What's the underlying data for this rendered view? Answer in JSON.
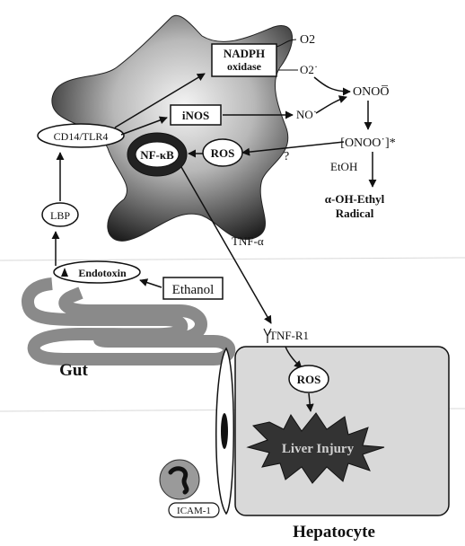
{
  "kupffer": {
    "nadph_line1": "NADPH",
    "nadph_line2": "oxidase",
    "o2": "O2",
    "superoxide": "O2˙",
    "inos": "iNOS",
    "no": "NO˙",
    "peroxynitrite": "ONOO̅",
    "peroxy_radical": "[ONOO˙]*",
    "etoh": "EtOH",
    "radical_line1": "α-OH-Ethyl",
    "radical_line2": "Radical",
    "question": "?",
    "nfkb": "NF-κB",
    "ros": "ROS",
    "cd14": "CD14/TLR4"
  },
  "gut": {
    "lbp": "LBP",
    "endotoxin": "Endotoxin",
    "ethanol": "Ethanol",
    "label": "Gut"
  },
  "signal": {
    "tnf": "TNF-α"
  },
  "hepatocyte": {
    "receptor": "TNF-R1",
    "ros": "ROS",
    "injury": "Liver Injury",
    "icam": "ICAM-1",
    "label": "Hepatocyte"
  }
}
